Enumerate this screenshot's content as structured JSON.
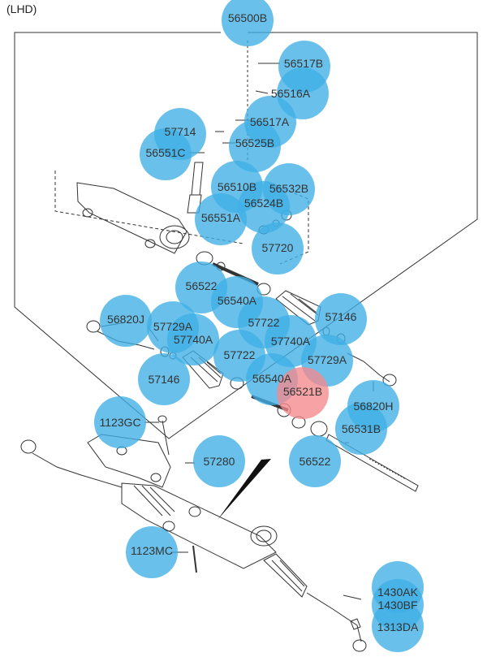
{
  "header": "(LHD)",
  "colors": {
    "bubble": "#3fb0e6",
    "highlight": "#f5898d",
    "line": "#333333"
  },
  "parts": [
    {
      "label": "56500B",
      "highlight": false
    },
    {
      "label": "56517B",
      "highlight": false
    },
    {
      "label": "56516A",
      "highlight": false
    },
    {
      "label": "56517A",
      "highlight": false
    },
    {
      "label": "57714",
      "highlight": false
    },
    {
      "label": "56525B",
      "highlight": false
    },
    {
      "label": "56551C",
      "highlight": false
    },
    {
      "label": "56510B",
      "highlight": false
    },
    {
      "label": "56532B",
      "highlight": false
    },
    {
      "label": "56524B",
      "highlight": false
    },
    {
      "label": "56551A",
      "highlight": false
    },
    {
      "label": "57720",
      "highlight": false
    },
    {
      "label": "56522",
      "highlight": false
    },
    {
      "label": "56540A",
      "highlight": false
    },
    {
      "label": "56820J",
      "highlight": false
    },
    {
      "label": "57729A",
      "highlight": false
    },
    {
      "label": "57722",
      "highlight": false
    },
    {
      "label": "57146",
      "highlight": false
    },
    {
      "label": "57740A",
      "highlight": false
    },
    {
      "label": "57722",
      "highlight": false
    },
    {
      "label": "57740A",
      "highlight": false
    },
    {
      "label": "57729A",
      "highlight": false
    },
    {
      "label": "57146",
      "highlight": false
    },
    {
      "label": "56540A",
      "highlight": false
    },
    {
      "label": "56521B",
      "highlight": true
    },
    {
      "label": "56820H",
      "highlight": false
    },
    {
      "label": "1123GC",
      "highlight": false
    },
    {
      "label": "56531B",
      "highlight": false
    },
    {
      "label": "57280",
      "highlight": false
    },
    {
      "label": "56522",
      "highlight": false
    },
    {
      "label": "1123MC",
      "highlight": false
    },
    {
      "label": "1430AK",
      "highlight": false
    },
    {
      "label": "1430BF",
      "highlight": false
    },
    {
      "label": "1313DA",
      "highlight": false
    }
  ]
}
